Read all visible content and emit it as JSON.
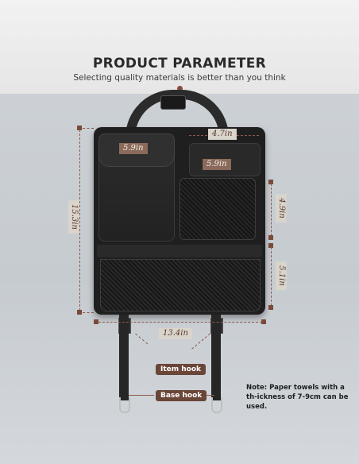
{
  "header": {
    "title": "PRODUCT PARAMETER",
    "subtitle": "Selecting quality materials is better than you think"
  },
  "dimensions": {
    "height": "15.3in",
    "width_top_right": "4.7in",
    "left_pocket": "5.9in",
    "top_right_pocket": "5.9in",
    "mesh_right_height": "4.9in",
    "bottom_mesh_height": "5.1in",
    "base_width": "13.4in"
  },
  "labels": {
    "item_hook": "Item hook",
    "base_hook": "Base hook"
  },
  "note": {
    "text": "Note: Paper towels with a th-ickness of 7-9cm can be used."
  },
  "colors": {
    "accent": "#6a4638",
    "dimension_line": "#8a5a4a",
    "product": "#1f1f1f"
  }
}
